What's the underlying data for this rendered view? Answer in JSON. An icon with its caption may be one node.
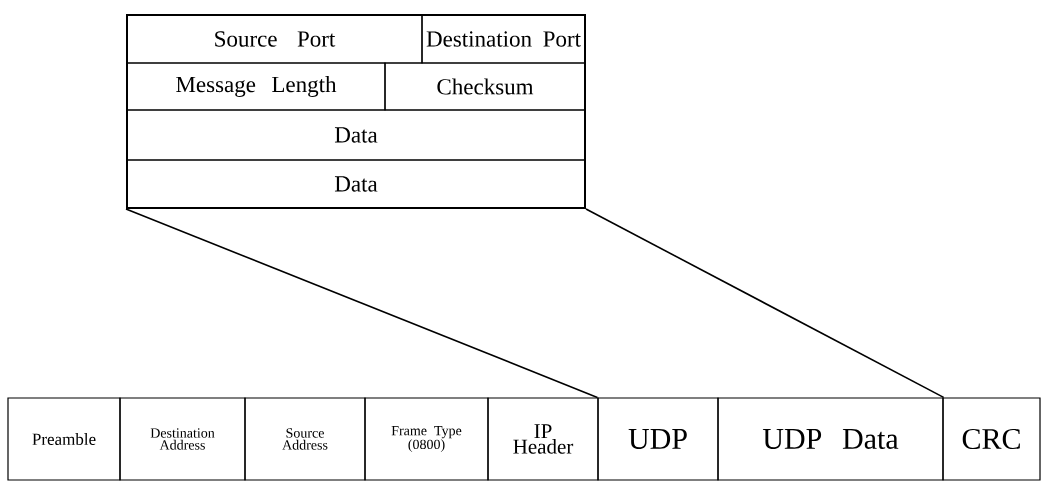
{
  "diagram": {
    "nodes": [
      {
        "text": [],
        "shape": "box"
      },
      {
        "text": [
          "Source Port"
        ],
        "in": 0
      },
      {
        "text": [
          "Destination Port"
        ],
        "in": 0
      },
      {
        "text": [
          "Message Length"
        ],
        "in": 0
      },
      {
        "text": [
          "Checksum"
        ],
        "in": 0
      },
      {
        "text": [
          "Data"
        ],
        "in": 0
      },
      {
        "text": [
          "Data"
        ],
        "in": 0
      },
      {
        "text": [
          "Preamble"
        ]
      },
      {
        "text": [
          "Destination Address"
        ]
      },
      {
        "text": [
          "Source Address"
        ]
      },
      {
        "text": [
          "Frame Type (0800)"
        ]
      },
      {
        "text": [
          "IP Header"
        ]
      },
      {
        "text": [
          "UDP"
        ]
      },
      {
        "text": [
          "UDP Data"
        ]
      },
      {
        "text": [
          "CRC"
        ]
      }
    ],
    "edges": [
      {
        "from": 0,
        "to": 12,
        "arrow": "none"
      },
      {
        "from": 0,
        "to": 13,
        "arrow": "none"
      }
    ]
  }
}
